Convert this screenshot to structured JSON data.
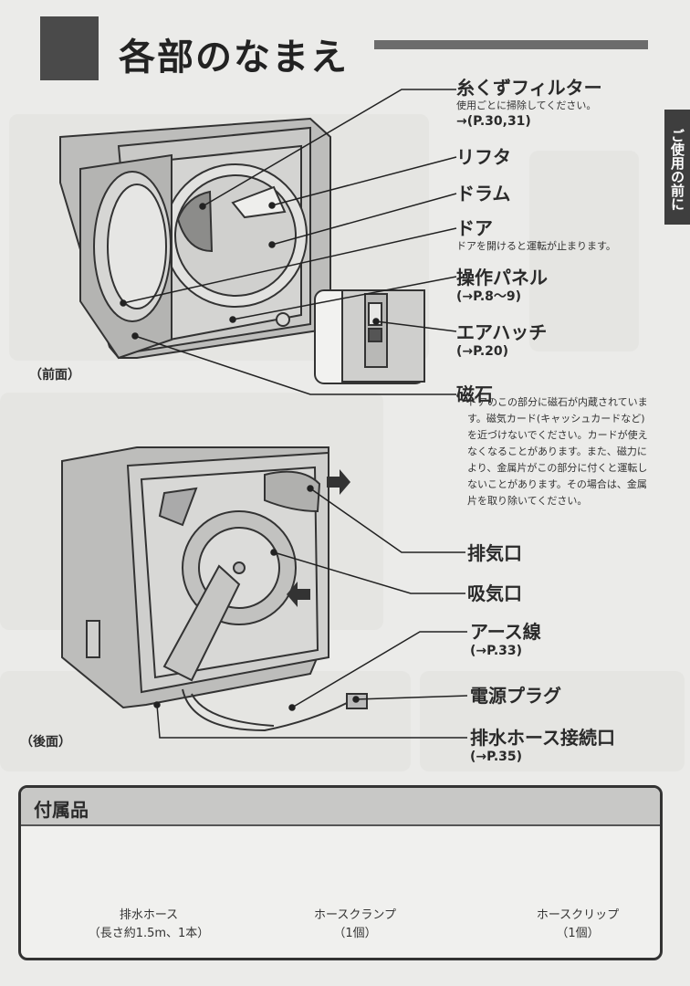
{
  "header": {
    "title": "各部のなまえ",
    "side_tab": "ご使用の前に"
  },
  "front_view": {
    "view_label": "（前面）",
    "labels": [
      {
        "name": "糸くずフィルター",
        "sub": "使用ごとに掃除してください。",
        "ref": "→(P.30,31)"
      },
      {
        "name": "リフタ"
      },
      {
        "name": "ドラム"
      },
      {
        "name": "ドア",
        "sub": "ドアを開けると運転が止まります。"
      },
      {
        "name": "操作パネル",
        "ref": "(→P.8～9)"
      },
      {
        "name": "エアハッチ",
        "ref": "(→P.20)"
      },
      {
        "name": "磁石"
      }
    ],
    "magnet_note": "ドアのこの部分に磁石が内蔵されています。磁気カード(キャッシュカードなど)を近づけないでください。カードが使えなくなることがあります。また、磁力により、金属片がこの部分に付くと運転しないことがあります。その場合は、金属片を取り除いてください。"
  },
  "rear_view": {
    "view_label": "（後面）",
    "labels": [
      {
        "name": "排気口"
      },
      {
        "name": "吸気口"
      },
      {
        "name": "アース線",
        "ref": "(→P.33)"
      },
      {
        "name": "電源プラグ"
      },
      {
        "name": "排水ホース接続口",
        "ref": "(→P.35)"
      }
    ]
  },
  "accessories": {
    "title": "付属品",
    "items": [
      {
        "name": "排水ホース",
        "qty": "（長さ約1.5m、1本）",
        "icon": "drain-hose-icon"
      },
      {
        "name": "ホースクランプ",
        "qty": "（1個）",
        "icon": "hose-clamp-icon"
      },
      {
        "name": "ホースクリップ",
        "qty": "（1個）",
        "icon": "hose-clip-icon"
      }
    ]
  }
}
